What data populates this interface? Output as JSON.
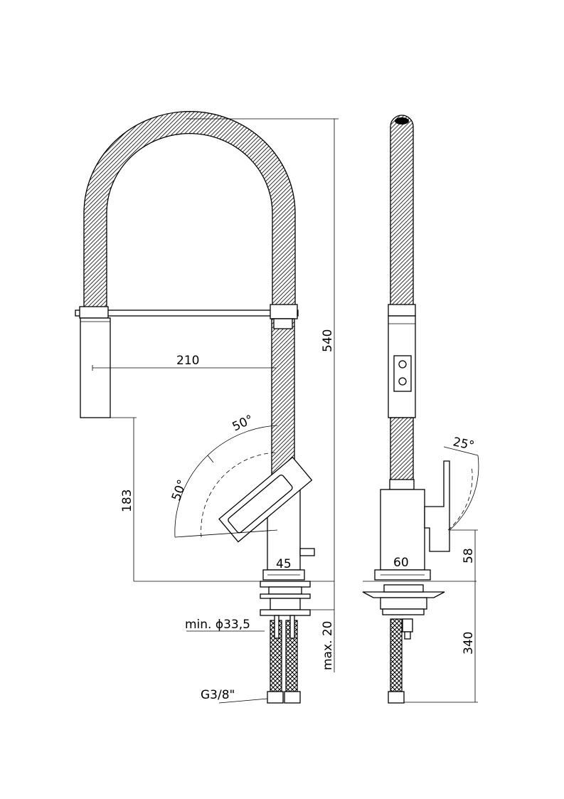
{
  "dimensions": {
    "width_210": "210",
    "height_540": "540",
    "height_183": "183",
    "angle_50_upper": "50°",
    "angle_50_left": "50°",
    "base_45": "45",
    "base_60": "60",
    "lever_58": "58",
    "angle_25": "25°",
    "min_hole": "min. ϕ33,5",
    "max_thickness": "max. 20",
    "hose_340": "340",
    "thread": "G3/8\""
  }
}
